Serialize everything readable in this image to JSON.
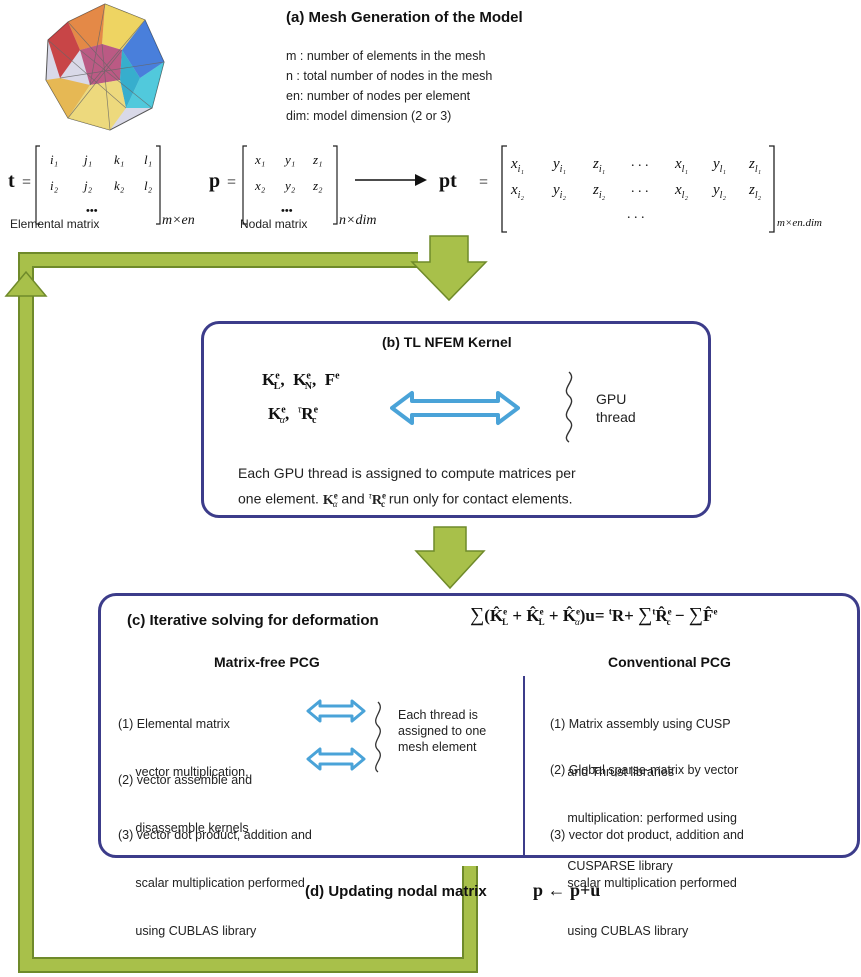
{
  "section_a": {
    "title": "(a) Mesh Generation of the Model",
    "definitions": [
      "m : number of elements in the mesh",
      "n  : total number of nodes in the mesh",
      "en: number of nodes per element",
      "dim: model dimension (2 or 3)"
    ],
    "elemental_caption": "Elemental matrix",
    "nodal_caption": "Nodal matrix",
    "t_label": "t",
    "p_label": "p",
    "pt_label": "pt",
    "t_sub": "m×en",
    "p_sub": "n×dim",
    "pt_sub": "m×en.dim",
    "dots": "•••",
    "ellipsis": ". . ."
  },
  "section_b": {
    "title": "(b) TL NFEM Kernel",
    "gpu_label_1": "GPU",
    "gpu_label_2": "thread",
    "desc_line1": "Each GPU thread is assigned to compute matrices per",
    "desc_line2_a": "one element.",
    "desc_line2_b": "and",
    "desc_line2_c": "run only for contact elements."
  },
  "section_c": {
    "title": "(c) Iterative solving for deformation",
    "left_heading": "Matrix-free PCG",
    "right_heading": "Conventional PCG",
    "left_items": [
      [
        "(1) Elemental matrix",
        "     vector multiplication,"
      ],
      [
        "(2) vector assemble and",
        "     disassemble kernels"
      ],
      [
        "(3) vector dot product, addition and",
        "     scalar multiplication performed",
        "     using CUBLAS library"
      ]
    ],
    "thread_note": [
      "Each thread is",
      "assigned to one",
      "mesh element"
    ],
    "right_items": [
      [
        "(1) Matrix assembly using CUSP",
        "     and Thrust libraries"
      ],
      [
        "(2) Global sparse-matrix by vector",
        "     multiplication: performed using",
        "     CUSPARSE library"
      ],
      [
        "(3) vector dot product, addition and",
        "     scalar multiplication performed",
        "     using CUBLAS library"
      ]
    ]
  },
  "section_d": {
    "title": "(d) Updating nodal matrix"
  },
  "colors": {
    "loop_arrow": "#a8c04a",
    "loop_arrow_edge": "#6f8a2a",
    "box_border": "#3c3c8a",
    "double_arrow": "#4aa3d8"
  },
  "icons": [
    "mesh-polyhedron-icon",
    "double-arrow-icon",
    "wavy-thread-icon",
    "flow-arrow-icon"
  ]
}
